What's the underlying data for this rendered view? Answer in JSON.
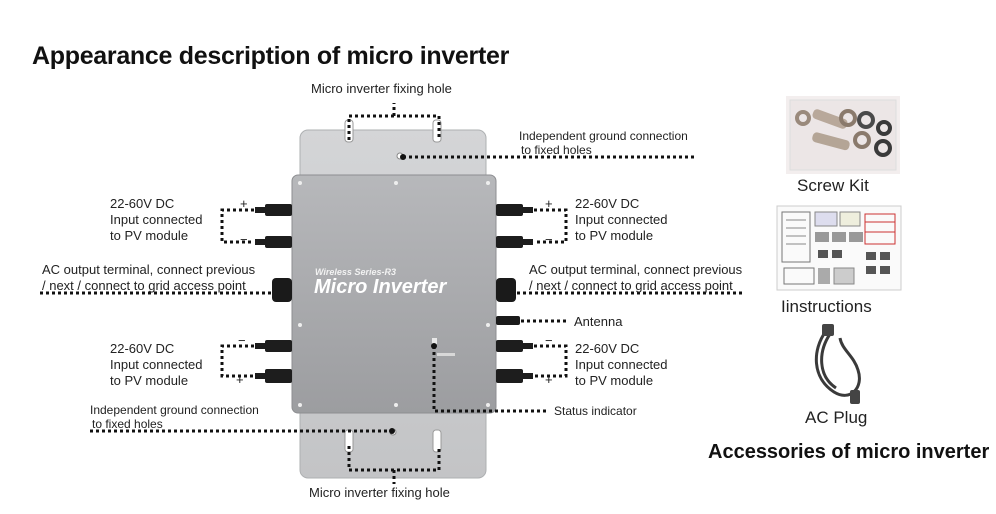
{
  "header": {
    "title": "Appearance description of micro inverter"
  },
  "device": {
    "series_label": "Wireless Series-R3",
    "name": "Micro Inverter"
  },
  "callouts": {
    "fixing_hole_top": "Micro inverter fixing hole",
    "fixing_hole_bottom": "Micro inverter fixing hole",
    "ground_top": [
      "Independent ground connection",
      "to fixed holes"
    ],
    "ground_bottom": [
      "Independent ground connection",
      "to fixed holes"
    ],
    "dc_left_top": [
      "22-60V DC",
      "Input connected",
      "to PV module"
    ],
    "dc_right_top": [
      "22-60V DC",
      "Input connected",
      "to PV module"
    ],
    "dc_left_bottom": [
      "22-60V DC",
      "Input connected",
      "to PV module"
    ],
    "dc_right_bottom": [
      "22-60V DC",
      "Input connected",
      "to PV module"
    ],
    "ac_left": [
      "AC output terminal, connect previous",
      "/ next / connect to grid access point"
    ],
    "ac_right": [
      "AC output terminal, connect previous",
      "/ next / connect to grid access point"
    ],
    "antenna": "Antenna",
    "status": "Status indicator",
    "polarity": {
      "plus": "+",
      "minus": "−"
    }
  },
  "accessories": {
    "title": "Accessories of micro inverter",
    "items": [
      {
        "label": "Screw Kit",
        "icon": "screw-kit-icon"
      },
      {
        "label": "Iinstructions",
        "icon": "instructions-icon"
      },
      {
        "label": "AC Plug",
        "icon": "ac-plug-icon"
      }
    ]
  },
  "colors": {
    "housing": "#c9cacc",
    "body": "#a9aaad",
    "text": "#222222",
    "leader": "#111111"
  }
}
